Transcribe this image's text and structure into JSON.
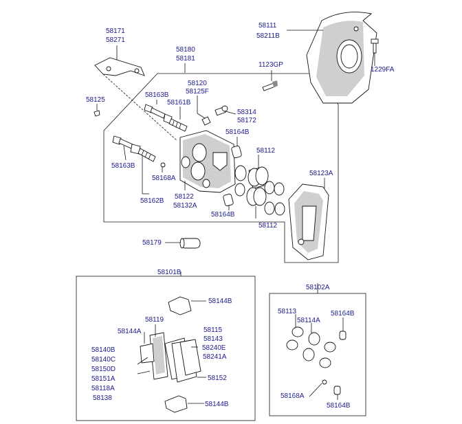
{
  "title": "",
  "labels": {
    "l58171": "58171",
    "l58271": "58271",
    "l58180": "58180",
    "l58181": "58181",
    "l58111": "58111",
    "l58211B": "58211B",
    "l1123GP": "1123GP",
    "l1229FA": "1229FA",
    "l58120": "58120",
    "l58125F": "58125F",
    "l58125": "58125",
    "l58163B_top": "58163B",
    "l58161B": "58161B",
    "l58314": "58314",
    "l58172": "58172",
    "l58164B_top": "58164B",
    "l58112_top": "58112",
    "l58123A": "58123A",
    "l58163B_left": "58163B",
    "l58168A_top": "58168A",
    "l58162B": "58162B",
    "l58122": "58122",
    "l58132A": "58132A",
    "l58164B_mid": "58164B",
    "l58112_bot": "58112",
    "l58179": "58179",
    "l58101B": "58101B",
    "l58102A": "58102A",
    "l58144B_top": "58144B",
    "l58119": "58119",
    "l58144A": "58144A",
    "l58115": "58115",
    "l58143": "58143",
    "l58240E": "58240E",
    "l58241A": "58241A",
    "l58140B": "58140B",
    "l58140C": "58140C",
    "l58150D": "58150D",
    "l58151A": "58151A",
    "l58118A": "58118A",
    "l58138": "58138",
    "l58152": "58152",
    "l58144B_bot": "58144B",
    "l58113": "58113",
    "l58114A": "58114A",
    "l58164B_kit1": "58164B",
    "l58168A_kit": "58168A",
    "l58164B_kit2": "58164B"
  },
  "colors": {
    "label": "#1a1a8c",
    "line": "#111111",
    "shade": "#cfcfcf"
  }
}
